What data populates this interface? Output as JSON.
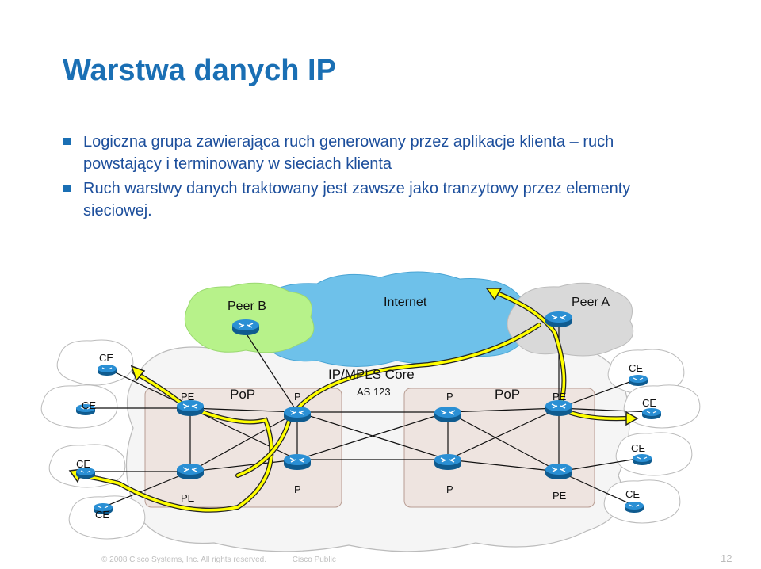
{
  "slide": {
    "title": "Warstwa danych IP",
    "bullets": [
      "Logiczna grupa zawierająca ruch generowany przez aplikacje klienta – ruch powstający i terminowany w sieciach klienta",
      "Ruch warstwy danych traktowany jest zawsze jako tranzytowy przez elementy sieciowej."
    ]
  },
  "diagram": {
    "peer_b": "Peer B",
    "internet": "Internet",
    "peer_a": "Peer A",
    "core_title": "IP/MPLS Core",
    "core_as": "AS 123",
    "pop_left": "PoP",
    "pop_right": "PoP",
    "pe": "PE",
    "p": "P",
    "ce": "CE",
    "colors": {
      "cloud_blue": "#6ec1ea",
      "cloud_green": "#b7f28a",
      "cloud_gray": "#d9d9d9",
      "router_blue": "#1b78b8",
      "path_yellow": "#ffff00",
      "pop_box": "#e9d9d2"
    }
  },
  "footer": {
    "copyright": "© 2008 Cisco Systems, Inc. All rights reserved.",
    "classification": "Cisco Public",
    "page": "12"
  }
}
